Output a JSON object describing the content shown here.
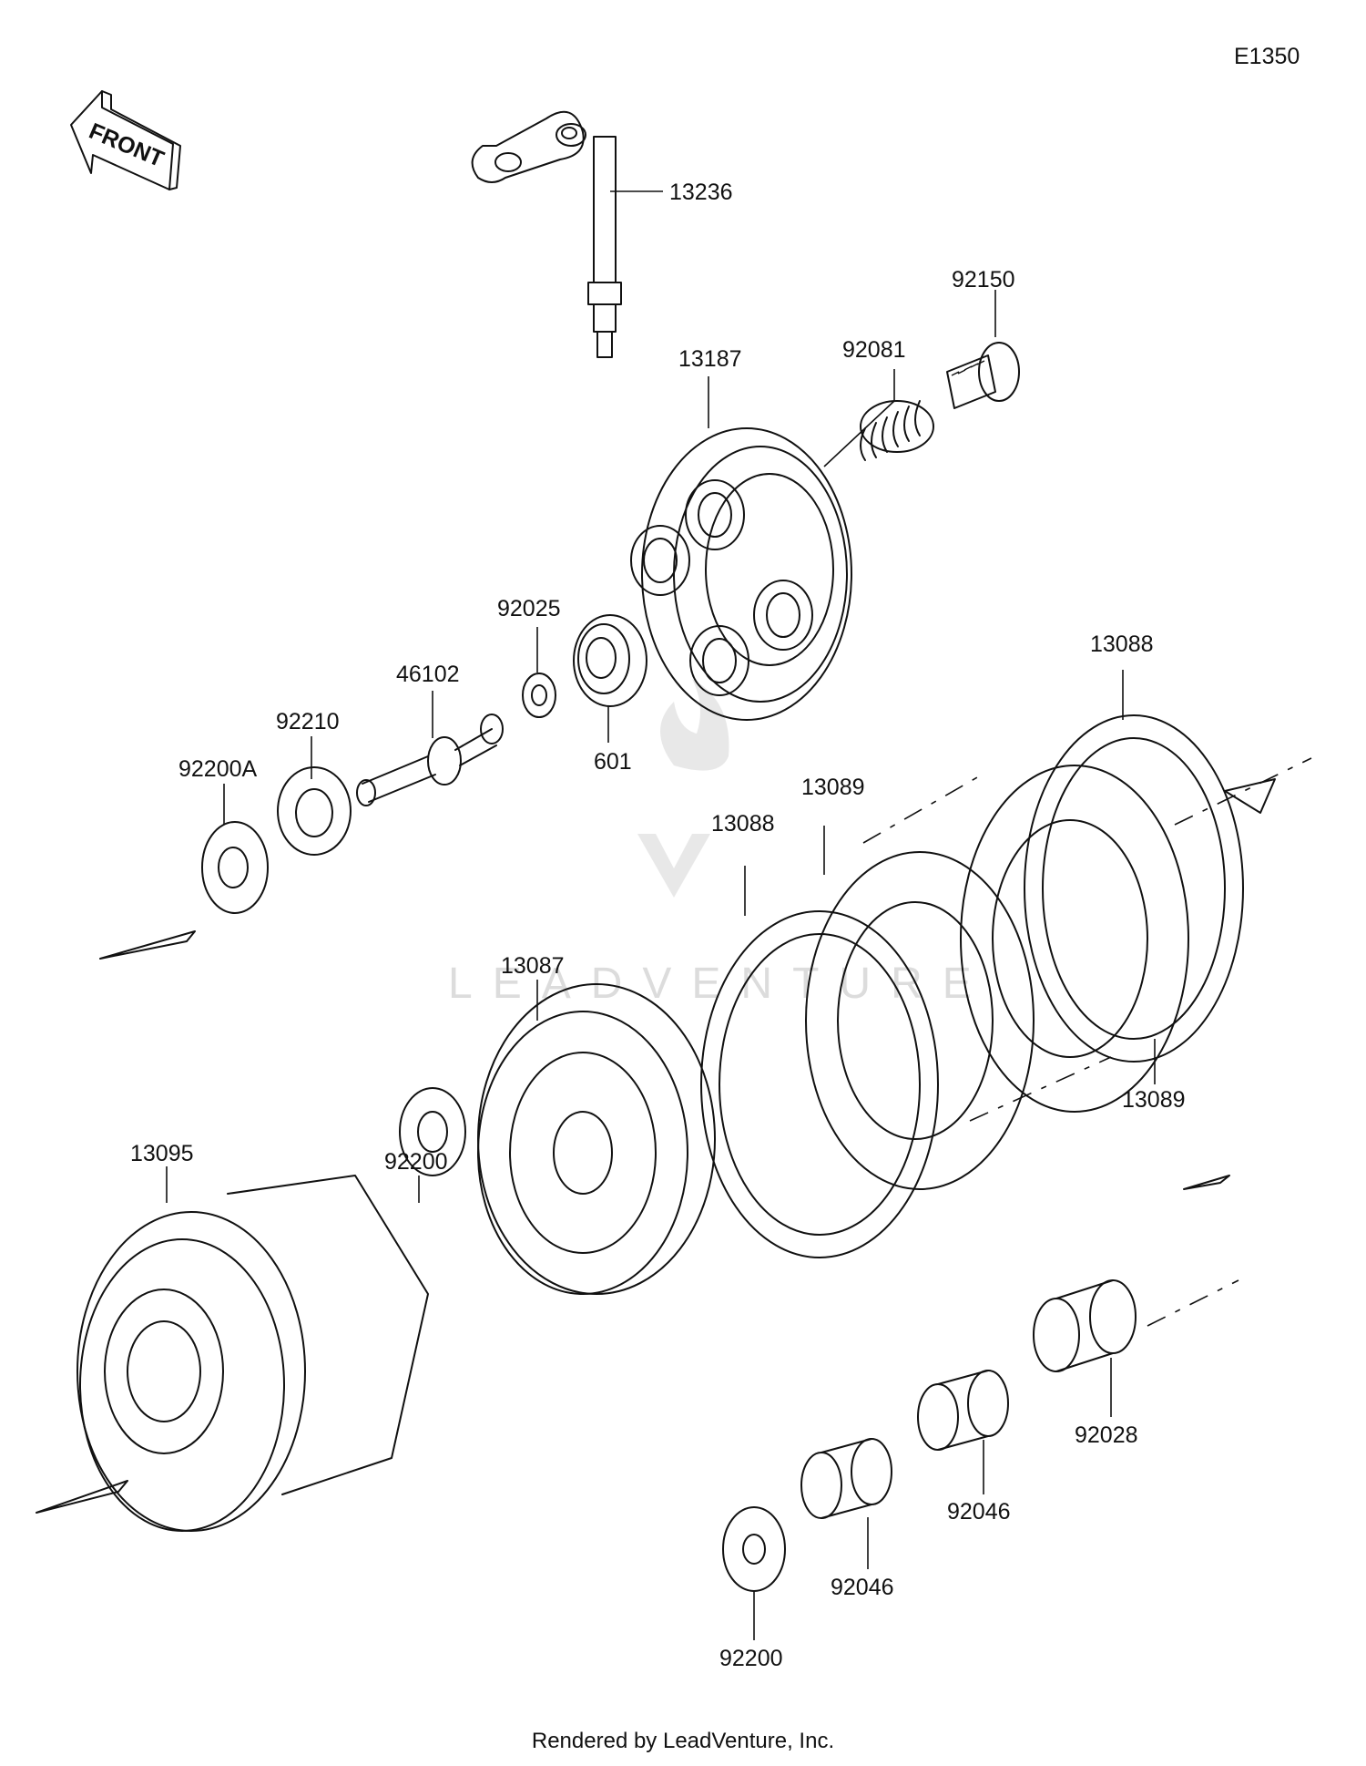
{
  "diagram": {
    "code": "E1350",
    "front_label": "FRONT",
    "footer": "Rendered by LeadVenture, Inc.",
    "watermark": "LEADVENTURE",
    "parts": [
      {
        "id": "p13236",
        "number": "13236"
      },
      {
        "id": "p92150",
        "number": "92150"
      },
      {
        "id": "p92081",
        "number": "92081"
      },
      {
        "id": "p13187",
        "number": "13187"
      },
      {
        "id": "p92025",
        "number": "92025"
      },
      {
        "id": "p46102",
        "number": "46102"
      },
      {
        "id": "p92210",
        "number": "92210"
      },
      {
        "id": "p92200A",
        "number": "92200A"
      },
      {
        "id": "p601",
        "number": "601"
      },
      {
        "id": "p13088a",
        "number": "13088"
      },
      {
        "id": "p13089a",
        "number": "13089"
      },
      {
        "id": "p13088b",
        "number": "13088"
      },
      {
        "id": "p13087",
        "number": "13087"
      },
      {
        "id": "p13089b",
        "number": "13089"
      },
      {
        "id": "p13095",
        "number": "13095"
      },
      {
        "id": "p92200a",
        "number": "92200"
      },
      {
        "id": "p92028",
        "number": "92028"
      },
      {
        "id": "p92046a",
        "number": "92046"
      },
      {
        "id": "p92046b",
        "number": "92046"
      },
      {
        "id": "p92200b",
        "number": "92200"
      }
    ]
  }
}
